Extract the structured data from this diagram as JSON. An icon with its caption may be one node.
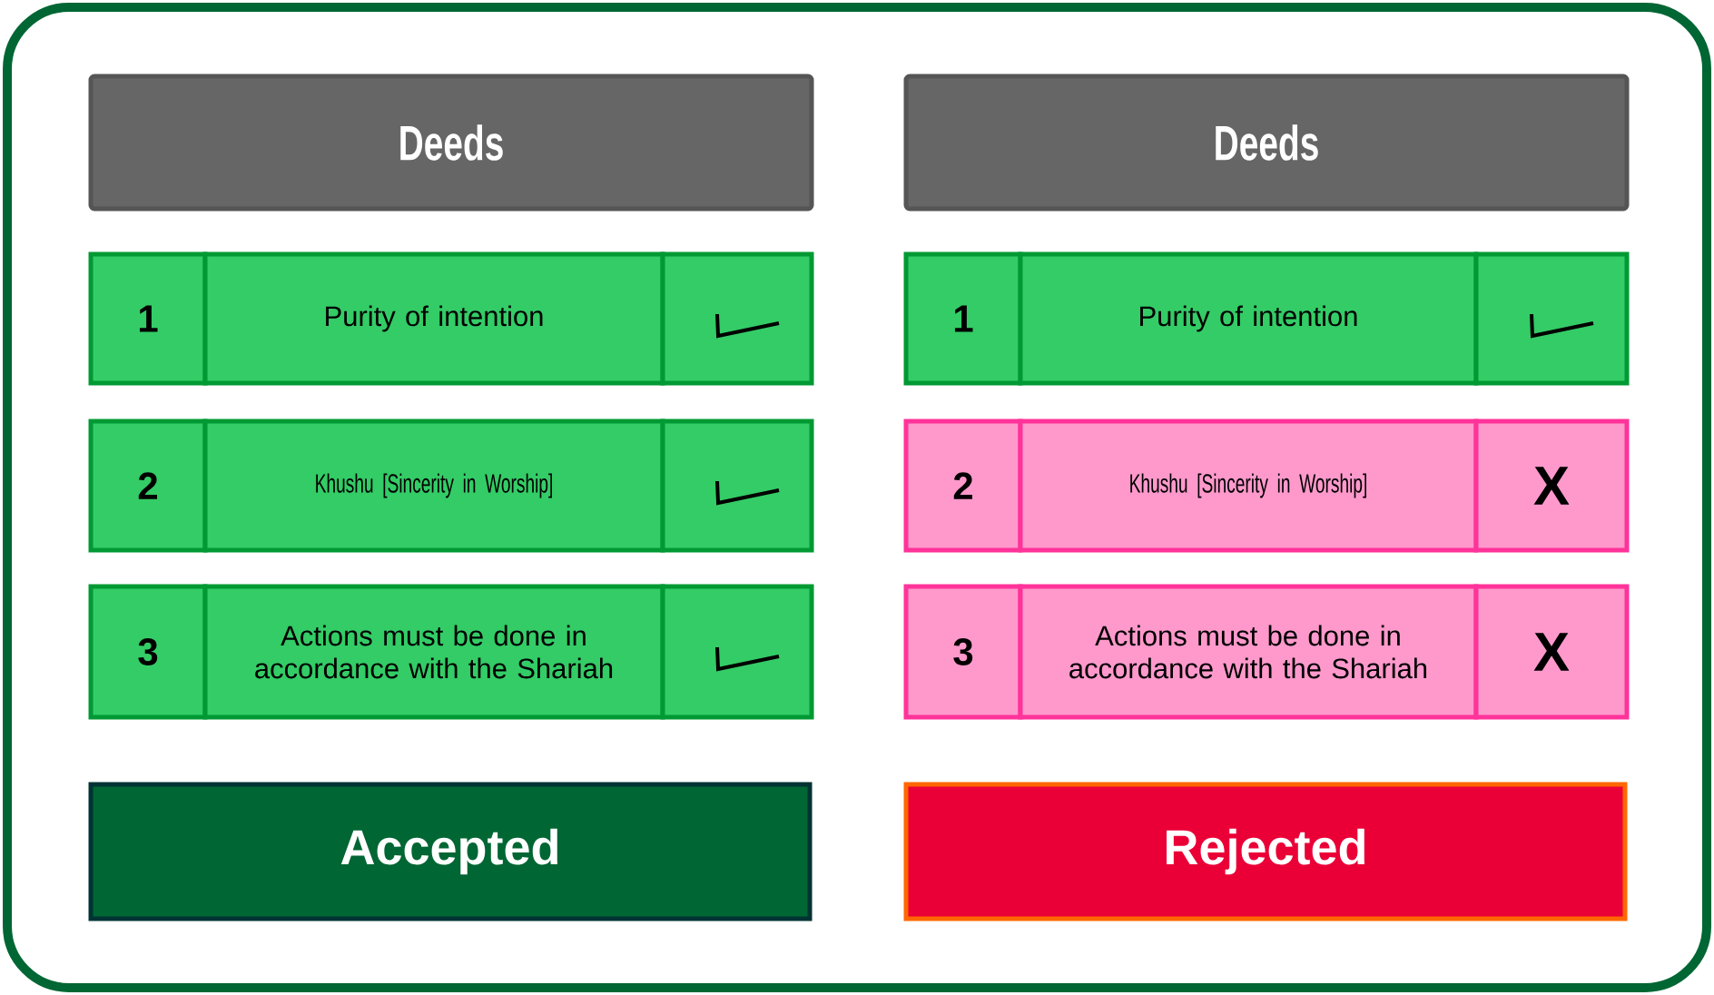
{
  "diagram": {
    "nodes": [
      {
        "text": [
          "Deeds"
        ]
      },
      {
        "text": [
          "Deeds"
        ]
      },
      {
        "text": [
          "1"
        ]
      },
      {
        "text": [
          "Purity of intention"
        ]
      },
      {
        "text": [],
        "shape": "tick"
      },
      {
        "text": [
          "1"
        ]
      },
      {
        "text": [
          "Purity of intention"
        ]
      },
      {
        "text": [],
        "shape": "tick"
      },
      {
        "text": [
          "2"
        ]
      },
      {
        "text": [
          "Khushu [Sincerity in Worship]"
        ]
      },
      {
        "text": [],
        "shape": "tick"
      },
      {
        "text": [
          "2"
        ]
      },
      {
        "text": [
          "Khushu [Sincerity in Worship]"
        ]
      },
      {
        "text": [
          "X"
        ]
      },
      {
        "text": [
          "3"
        ]
      },
      {
        "text": [
          "Actions must be done in accordance with the Shariah"
        ]
      },
      {
        "text": [],
        "shape": "tick"
      },
      {
        "text": [
          "3"
        ]
      },
      {
        "text": [
          "Actions must be done in accordance with the Shariah"
        ]
      },
      {
        "text": [
          "X"
        ]
      },
      {
        "text": [
          "Accepted"
        ]
      },
      {
        "text": [
          "Rejected"
        ]
      }
    ]
  }
}
